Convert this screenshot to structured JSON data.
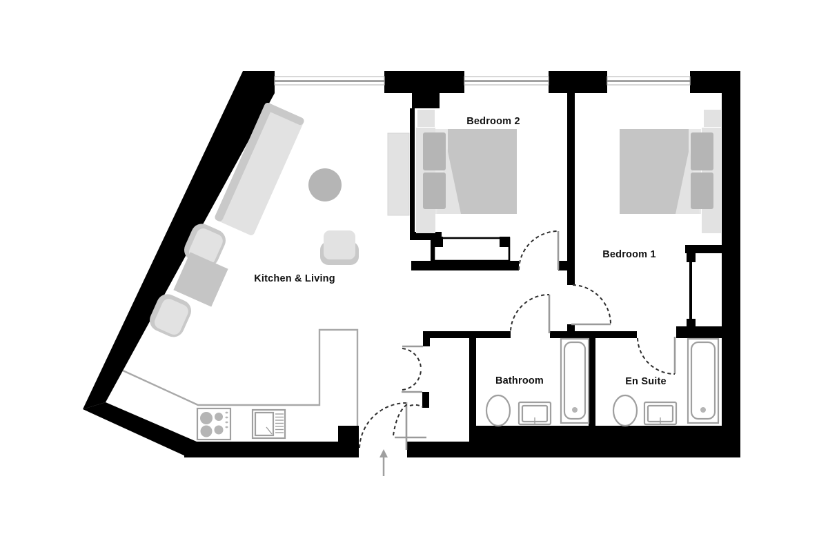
{
  "rooms": [
    {
      "id": "kitchen-living",
      "label": "Kitchen & Living"
    },
    {
      "id": "bedroom-2",
      "label": "Bedroom 2"
    },
    {
      "id": "bedroom-1",
      "label": "Bedroom 1"
    },
    {
      "id": "bathroom",
      "label": "Bathroom"
    },
    {
      "id": "en-suite",
      "label": "En Suite"
    }
  ],
  "colors": {
    "background": "#ffffff",
    "wall": "#000000",
    "furniture_light": "#e2e2e2",
    "furniture_mid": "#c5c5c5",
    "furniture_dark": "#b5b5b5",
    "fixture_outline": "#9f9f9f",
    "door_leaf": "#9a9a9a",
    "swing_dash": "#2e2e2e",
    "window_line": "#8f8f8f",
    "label_text": "#111111"
  }
}
